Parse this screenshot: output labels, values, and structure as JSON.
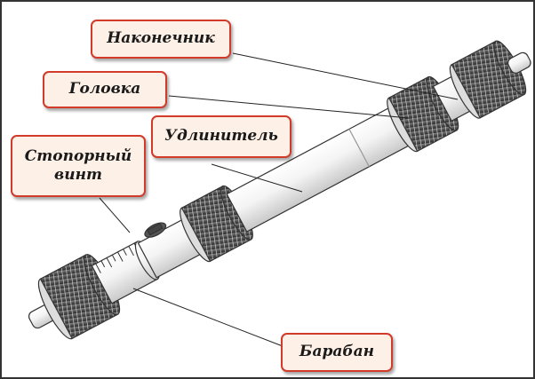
{
  "labels": {
    "tip": "Наконечник",
    "head": "Головка",
    "extension": "Удлинитель",
    "lock_screw_line1": "Стопорный",
    "lock_screw_line2": "винт",
    "drum": "Барабан"
  },
  "colors": {
    "label_border": "#d23a2a",
    "label_fill": "#fdf0e6",
    "outline": "#333333"
  },
  "icons": [
    "knurled-ring-icon",
    "lock-screw-icon",
    "scale-drum-icon"
  ]
}
